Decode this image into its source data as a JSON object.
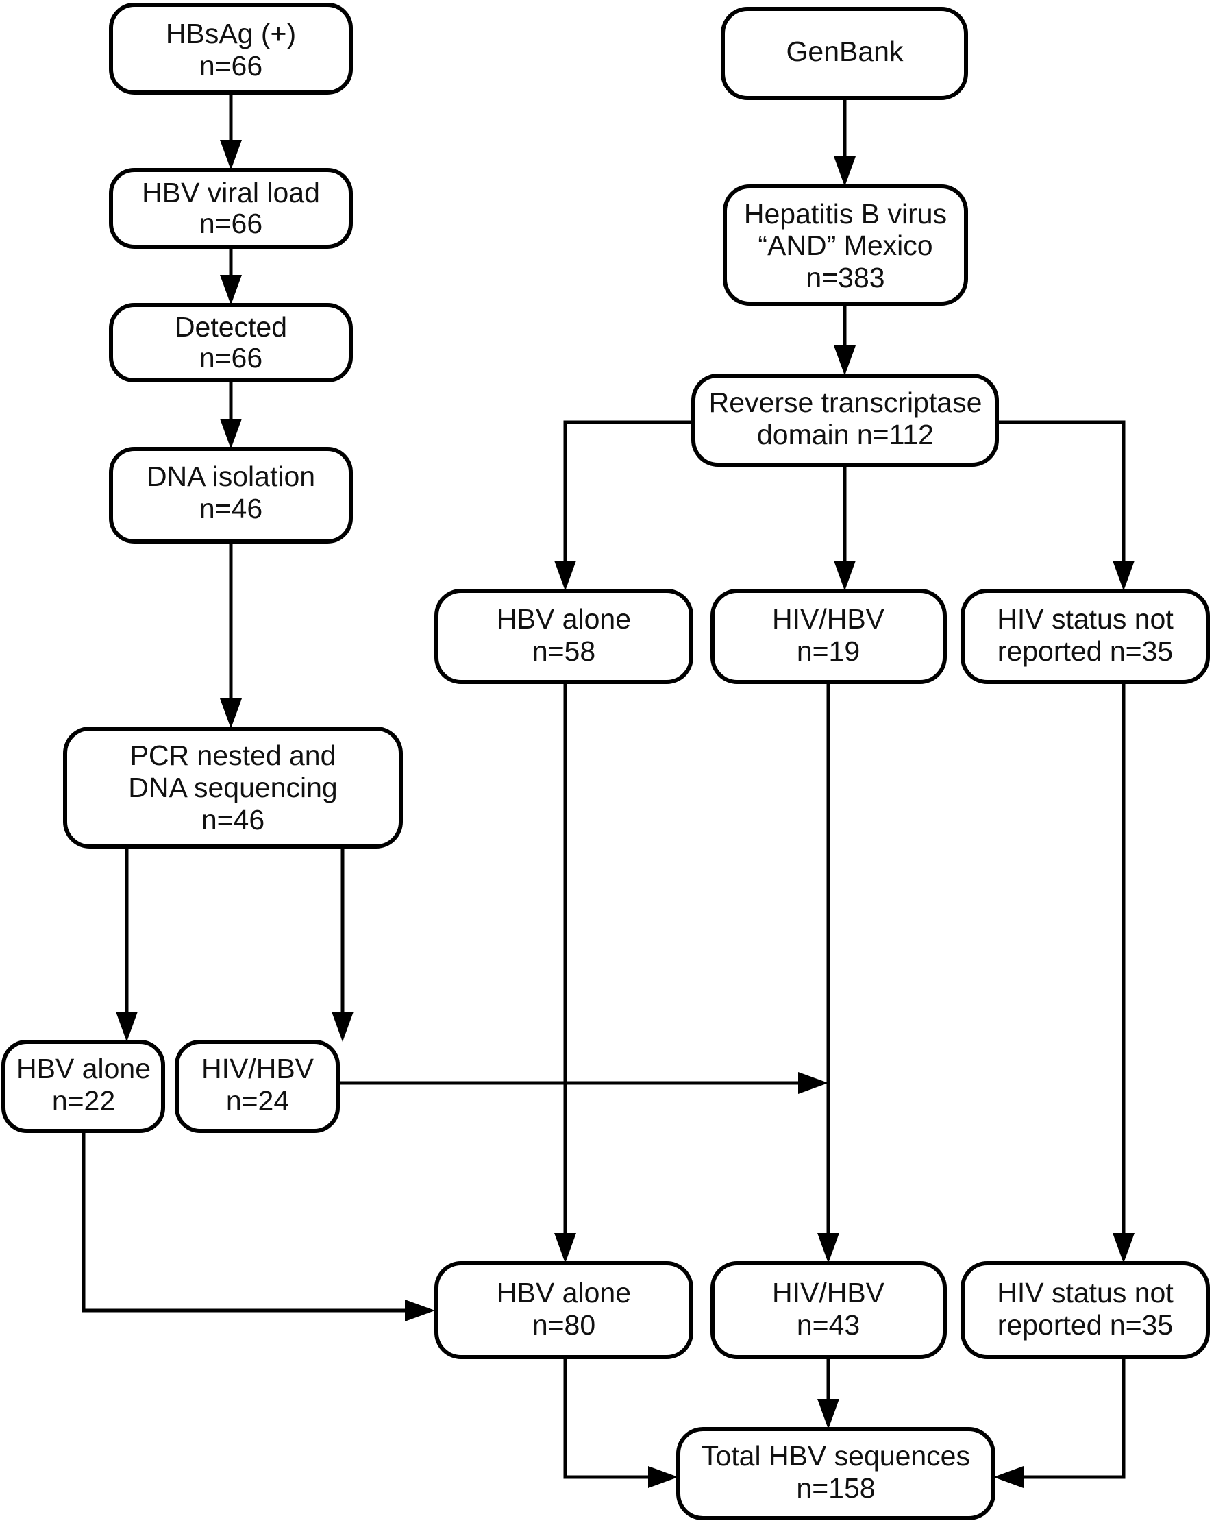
{
  "figure": {
    "type": "flowchart",
    "orientation": "two-column-converging",
    "background_color": "#ffffff",
    "line_color": "#000000",
    "text_color": "#111111"
  },
  "nodes": {
    "hbsag": {
      "line1": "HBsAg (+)",
      "line2": "n=66",
      "n": 66
    },
    "viral_load": {
      "line1": "HBV viral load",
      "line2": "n=66",
      "n": 66
    },
    "detected": {
      "line1": "Detected",
      "line2": "n=66",
      "n": 66
    },
    "dna_isolation": {
      "line1": "DNA isolation",
      "line2": "n=46",
      "n": 46
    },
    "pcr_seq": {
      "line1": "PCR nested and",
      "line2": "DNA sequencing",
      "line3": "n=46",
      "n": 46
    },
    "left_hbv_alone": {
      "line1": "HBV alone",
      "line2": "n=22",
      "n": 22
    },
    "left_hiv_hbv": {
      "line1": "HIV/HBV",
      "line2": "n=24",
      "n": 24
    },
    "genbank": {
      "line1": "GenBank"
    },
    "query": {
      "line1": "Hepatitis B virus",
      "line2": "“AND” Mexico",
      "line3": "n=383",
      "n": 383
    },
    "rt_domain": {
      "line1": "Reverse transcriptase",
      "line2": "domain n=112",
      "n": 112
    },
    "gb_hbv_alone": {
      "line1": "HBV alone",
      "line2": "n=58",
      "n": 58
    },
    "gb_hiv_hbv": {
      "line1": "HIV/HBV",
      "line2": "n=19",
      "n": 19
    },
    "gb_not_reported": {
      "line1": "HIV status not",
      "line2": "reported n=35",
      "n": 35
    },
    "total_hbv_alone": {
      "line1": "HBV alone",
      "line2": "n=80",
      "n": 80
    },
    "total_hiv_hbv": {
      "line1": "HIV/HBV",
      "line2": "n=43",
      "n": 43
    },
    "total_not_reported": {
      "line1": "HIV status not",
      "line2": "reported n=35",
      "n": 35
    },
    "total": {
      "line1": "Total HBV sequences",
      "line2": "n=158",
      "n": 158
    }
  },
  "chart_data": {
    "type": "diagram",
    "title": "HBV sequence selection flow diagram",
    "stages": [
      {
        "id": "hbsag",
        "label": "HBsAg (+)",
        "value": 66,
        "branch": "clinical-cohort"
      },
      {
        "id": "viral_load",
        "label": "HBV viral load",
        "value": 66,
        "branch": "clinical-cohort"
      },
      {
        "id": "detected",
        "label": "Detected",
        "value": 66,
        "branch": "clinical-cohort"
      },
      {
        "id": "dna_isolation",
        "label": "DNA isolation",
        "value": 46,
        "branch": "clinical-cohort"
      },
      {
        "id": "pcr_seq",
        "label": "PCR nested and DNA sequencing",
        "value": 46,
        "branch": "clinical-cohort"
      },
      {
        "id": "left_hbv_alone",
        "label": "HBV alone",
        "value": 22,
        "branch": "clinical-cohort"
      },
      {
        "id": "left_hiv_hbv",
        "label": "HIV/HBV",
        "value": 24,
        "branch": "clinical-cohort"
      },
      {
        "id": "genbank",
        "label": "GenBank",
        "value": null,
        "branch": "genbank"
      },
      {
        "id": "query",
        "label": "Hepatitis B virus “AND” Mexico",
        "value": 383,
        "branch": "genbank"
      },
      {
        "id": "rt_domain",
        "label": "Reverse transcriptase domain",
        "value": 112,
        "branch": "genbank"
      },
      {
        "id": "gb_hbv_alone",
        "label": "HBV alone",
        "value": 58,
        "branch": "genbank"
      },
      {
        "id": "gb_hiv_hbv",
        "label": "HIV/HBV",
        "value": 19,
        "branch": "genbank"
      },
      {
        "id": "gb_not_reported",
        "label": "HIV status not reported",
        "value": 35,
        "branch": "genbank"
      },
      {
        "id": "total_hbv_alone",
        "label": "HBV alone",
        "value": 80,
        "branch": "combined"
      },
      {
        "id": "total_hiv_hbv",
        "label": "HIV/HBV",
        "value": 43,
        "branch": "combined"
      },
      {
        "id": "total_not_reported",
        "label": "HIV status not reported",
        "value": 35,
        "branch": "combined"
      },
      {
        "id": "total",
        "label": "Total HBV sequences",
        "value": 158,
        "branch": "combined"
      }
    ],
    "edges": [
      {
        "from": "hbsag",
        "to": "viral_load"
      },
      {
        "from": "viral_load",
        "to": "detected"
      },
      {
        "from": "detected",
        "to": "dna_isolation"
      },
      {
        "from": "dna_isolation",
        "to": "pcr_seq"
      },
      {
        "from": "pcr_seq",
        "to": "left_hbv_alone"
      },
      {
        "from": "pcr_seq",
        "to": "left_hiv_hbv"
      },
      {
        "from": "genbank",
        "to": "query"
      },
      {
        "from": "query",
        "to": "rt_domain"
      },
      {
        "from": "rt_domain",
        "to": "gb_hbv_alone"
      },
      {
        "from": "rt_domain",
        "to": "gb_hiv_hbv"
      },
      {
        "from": "rt_domain",
        "to": "gb_not_reported"
      },
      {
        "from": "left_hbv_alone",
        "to": "total_hbv_alone"
      },
      {
        "from": "left_hiv_hbv",
        "to": "total_hiv_hbv"
      },
      {
        "from": "gb_hbv_alone",
        "to": "total_hbv_alone"
      },
      {
        "from": "gb_hiv_hbv",
        "to": "total_hiv_hbv"
      },
      {
        "from": "gb_not_reported",
        "to": "total_not_reported"
      },
      {
        "from": "total_hbv_alone",
        "to": "total"
      },
      {
        "from": "total_hiv_hbv",
        "to": "total"
      },
      {
        "from": "total_not_reported",
        "to": "total"
      }
    ]
  }
}
